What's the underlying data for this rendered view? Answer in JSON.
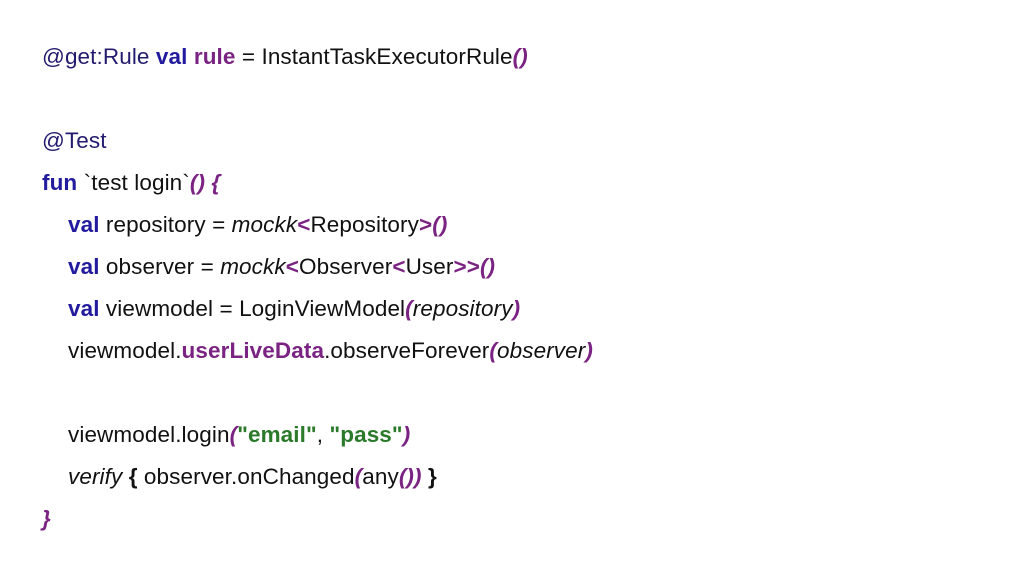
{
  "slide": {
    "background_color": "#ffffff",
    "language": "kotlin",
    "colors": {
      "plain": "#111111",
      "annotation": "#231b6e",
      "keyword": "#231b9e",
      "purple_identifier": "#7a2382",
      "purple_punctuation": "#7a2382",
      "string": "#2a7a2a",
      "brace": "#111111"
    },
    "code_lines": [
      {
        "indent": 0,
        "tokens": [
          {
            "text": "@get:Rule",
            "style": "t-annotation"
          },
          {
            "text": " ",
            "style": "t-plain"
          },
          {
            "text": "val",
            "style": "t-keyword"
          },
          {
            "text": " ",
            "style": "t-plain"
          },
          {
            "text": "rule",
            "style": "t-ident-pur"
          },
          {
            "text": " = ",
            "style": "t-plain"
          },
          {
            "text": "InstantTaskExecutorRule",
            "style": "t-plain"
          },
          {
            "text": "()",
            "style": "t-punct-pur"
          }
        ]
      },
      {
        "indent": 0,
        "blank": true,
        "tokens": []
      },
      {
        "indent": 0,
        "tokens": [
          {
            "text": "@Test",
            "style": "t-annotation"
          }
        ]
      },
      {
        "indent": 0,
        "tokens": [
          {
            "text": "fun",
            "style": "t-keyword"
          },
          {
            "text": " `test login`",
            "style": "t-plain"
          },
          {
            "text": "()",
            "style": "t-punct-pur"
          },
          {
            "text": " ",
            "style": "t-plain"
          },
          {
            "text": "{",
            "style": "t-punct-pur"
          }
        ]
      },
      {
        "indent": 1,
        "tokens": [
          {
            "text": "val",
            "style": "t-keyword"
          },
          {
            "text": " repository = ",
            "style": "t-plain"
          },
          {
            "text": "mockk",
            "style": "t-italic"
          },
          {
            "text": "<",
            "style": "t-angle"
          },
          {
            "text": "Repository",
            "style": "t-plain"
          },
          {
            "text": ">",
            "style": "t-angle"
          },
          {
            "text": "()",
            "style": "t-punct-pur"
          }
        ]
      },
      {
        "indent": 1,
        "tokens": [
          {
            "text": "val",
            "style": "t-keyword"
          },
          {
            "text": " observer = ",
            "style": "t-plain"
          },
          {
            "text": "mockk",
            "style": "t-italic"
          },
          {
            "text": "<",
            "style": "t-angle"
          },
          {
            "text": "Observer",
            "style": "t-plain"
          },
          {
            "text": "<",
            "style": "t-angle"
          },
          {
            "text": "User",
            "style": "t-plain"
          },
          {
            "text": ">>",
            "style": "t-angle"
          },
          {
            "text": "()",
            "style": "t-punct-pur"
          }
        ]
      },
      {
        "indent": 1,
        "tokens": [
          {
            "text": "val",
            "style": "t-keyword"
          },
          {
            "text": " viewmodel = LoginViewModel",
            "style": "t-plain"
          },
          {
            "text": "(",
            "style": "t-punct-pur"
          },
          {
            "text": "repository",
            "style": "t-italic"
          },
          {
            "text": ")",
            "style": "t-punct-pur"
          }
        ]
      },
      {
        "indent": 1,
        "tokens": [
          {
            "text": "viewmodel.",
            "style": "t-plain"
          },
          {
            "text": "userLiveData",
            "style": "t-ident-pur"
          },
          {
            "text": ".observeForever",
            "style": "t-plain"
          },
          {
            "text": "(",
            "style": "t-punct-pur"
          },
          {
            "text": "observer",
            "style": "t-italic"
          },
          {
            "text": ")",
            "style": "t-punct-pur"
          }
        ]
      },
      {
        "indent": 1,
        "blank": true,
        "tokens": []
      },
      {
        "indent": 1,
        "tokens": [
          {
            "text": "viewmodel.login",
            "style": "t-plain"
          },
          {
            "text": "(",
            "style": "t-punct-pur"
          },
          {
            "text": "\"email\"",
            "style": "t-string"
          },
          {
            "text": ", ",
            "style": "t-plain"
          },
          {
            "text": "\"pass\"",
            "style": "t-string"
          },
          {
            "text": ")",
            "style": "t-punct-pur"
          }
        ]
      },
      {
        "indent": 1,
        "tokens": [
          {
            "text": "verify",
            "style": "t-italic"
          },
          {
            "text": " ",
            "style": "t-plain"
          },
          {
            "text": "{",
            "style": "t-brace"
          },
          {
            "text": " observer.onChanged",
            "style": "t-plain"
          },
          {
            "text": "(",
            "style": "t-punct-pur"
          },
          {
            "text": "any",
            "style": "t-plain"
          },
          {
            "text": "())",
            "style": "t-punct-pur"
          },
          {
            "text": " ",
            "style": "t-plain"
          },
          {
            "text": "}",
            "style": "t-brace"
          }
        ]
      },
      {
        "indent": 0,
        "tokens": [
          {
            "text": "}",
            "style": "t-punct-pur"
          }
        ]
      }
    ]
  }
}
